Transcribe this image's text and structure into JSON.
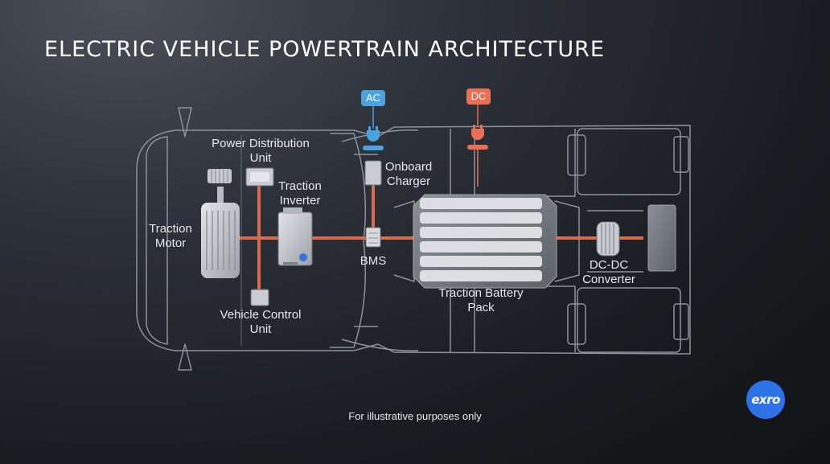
{
  "title": "ELECTRIC VEHICLE POWERTRAIN ARCHITECTURE",
  "tags": {
    "ac": "AC",
    "dc": "DC"
  },
  "labels": {
    "pdu": "Power Distribution\nUnit",
    "inverter": "Traction\nInverter",
    "charger": "Onboard\nCharger",
    "motor": "Traction\nMotor",
    "bms": "BMS",
    "vcu": "Vehicle Control\nUnit",
    "battery": "Traction Battery\nPack",
    "dcdc": "DC-DC\nConverter"
  },
  "footnote": "For illustrative purposes only",
  "logo": "exro",
  "colors": {
    "background": "#1c1e23",
    "power_line": "#d9694f",
    "ac_accent": "#4aa3dc",
    "dc_accent": "#e96f55",
    "component": "#c9ccd2",
    "vehicle_outline": "#8d919a",
    "logo": "#2e72e8"
  }
}
